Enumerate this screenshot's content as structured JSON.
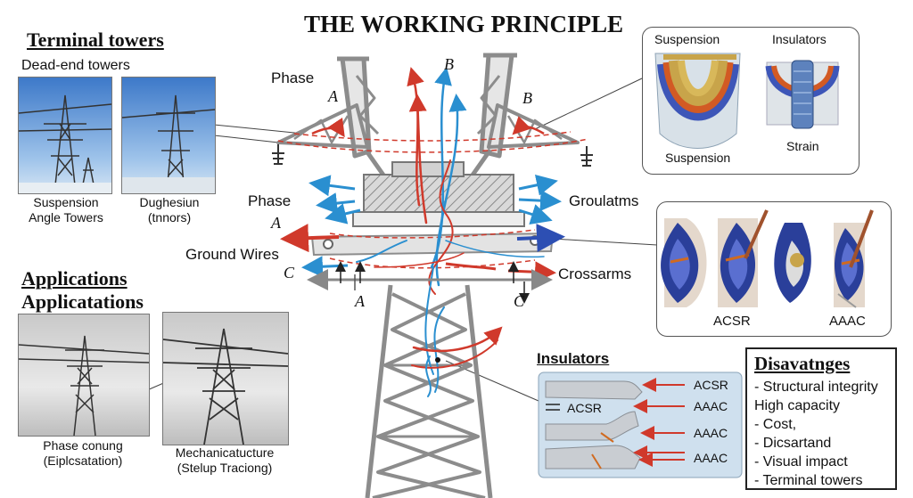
{
  "title": "THE WORKING PRINCIPLE",
  "terminal": {
    "heading": "Terminal towers",
    "subheading": "Dead-end towers",
    "photo1_caption": [
      "Suspension",
      "Angle Towers"
    ],
    "photo2_caption": [
      "Dughesiun",
      "(tnnors)"
    ]
  },
  "applications": {
    "heading1": "Applications",
    "heading2": "Applicatations",
    "photo1_caption": [
      "Phase conung",
      "(Eiplcsatation)"
    ],
    "photo2_caption": [
      "Mechanicatucture",
      "(Stelup Traciong)"
    ]
  },
  "tower_labels": {
    "phase_top": "Phase",
    "a_top": "A",
    "b_top": "B",
    "b_right": "B",
    "phase_mid": "Phase",
    "a_mid": "A",
    "ground_wires": "Ground Wires",
    "c_left": "C",
    "a_bottom": "A",
    "c_bottom": "C",
    "groulatms": "Groulatms",
    "crossarms": "Crossarms"
  },
  "insulator_box": {
    "suspension_top": "Suspension",
    "insulators": "Insulators",
    "strain": "Strain",
    "suspension_bottom": "Suspension"
  },
  "conductor_box": {
    "acsr": "ACSR",
    "aaac": "AAAC"
  },
  "insulators_panel": {
    "heading": "Insulators",
    "left_label": "ACSR",
    "rows": [
      "ACSR",
      "AAAC",
      "AAAC",
      "AAAC"
    ]
  },
  "disadvantages": {
    "heading": "Disavatnges",
    "items": [
      "- Structural integrity",
      " High capacity",
      "- Cost,",
      "- Dicsartand",
      "- Visual impact",
      "- Terminal towers"
    ]
  },
  "colors": {
    "phase_red": "#d0392b",
    "phase_blue": "#2a8fd0",
    "steel": "#9a9a9a",
    "nav_blue": "#2d4fb3"
  }
}
